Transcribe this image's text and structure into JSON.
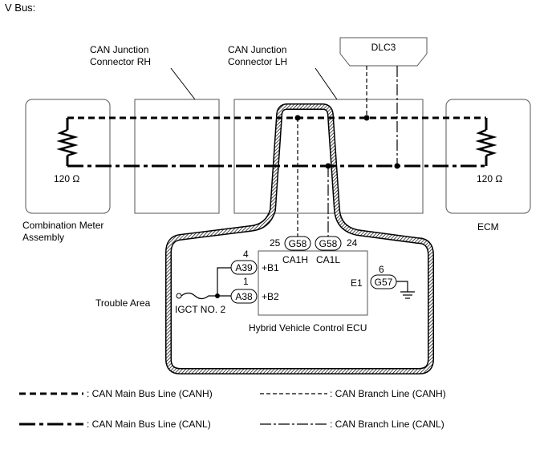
{
  "title": "V Bus:",
  "labels": {
    "cjrh_line1": "CAN Junction",
    "cjrh_line2": "Connector RH",
    "cjlh_line1": "CAN Junction",
    "cjlh_line2": "Connector LH",
    "dlc3": "DLC3",
    "res_left": "120 Ω",
    "res_right": "120 Ω",
    "combo_line1": "Combination Meter",
    "combo_line2": "Assembly",
    "ecm": "ECM",
    "trouble_area": "Trouble Area",
    "igct": "IGCT NO. 2",
    "hv_ecu": "Hybrid Vehicle Control ECU"
  },
  "connectors": {
    "ca1h_pin": "25",
    "ca1h_conn": "G58",
    "ca1h_name": "CA1H",
    "ca1l_pin": "24",
    "ca1l_conn": "G58",
    "ca1l_name": "CA1L",
    "b1_pin": "4",
    "b1_conn": "A39",
    "b1_name": "+B1",
    "b2_pin": "1",
    "b2_conn": "A38",
    "b2_name": "+B2",
    "e1_pin": "6",
    "e1_conn": "G57",
    "e1_name": "E1"
  },
  "legend": {
    "main_canh": ": CAN Main Bus Line (CANH)",
    "branch_canh": ": CAN Branch Line (CANH)",
    "main_canl": ": CAN Main Bus Line (CANL)",
    "branch_canl": ": CAN Branch Line (CANL)"
  }
}
